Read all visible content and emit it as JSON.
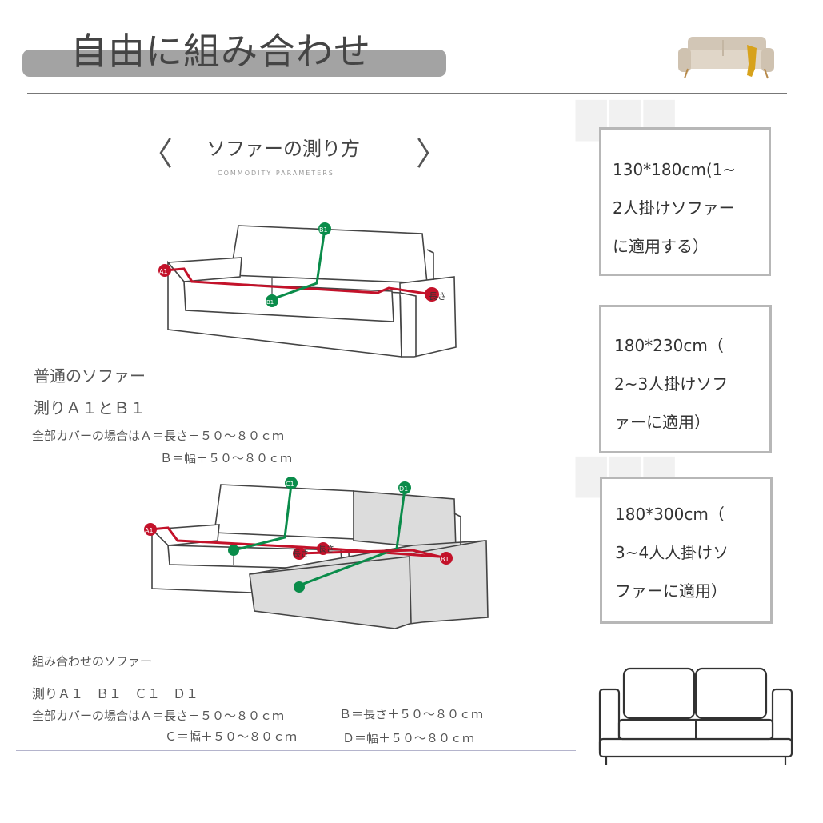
{
  "title": "自由に組み合わせ",
  "nav": {
    "prev": "〈",
    "next": "〉"
  },
  "section_heading": "ソファーの測り方",
  "section_sub": "COMMODITY PARAMETERS",
  "diagram1": {
    "labels": {
      "a1": "A1",
      "b1_top": "B1",
      "b1_mid": "B1",
      "length": "長さ"
    },
    "colors": {
      "red": "#c3122a",
      "green": "#0a8c4a"
    }
  },
  "normal_sofa": {
    "title": "普通のソファー",
    "measure": "測りＡ１とＢ１",
    "rule_a": "全部カバーの場合はＡ＝長さ＋５０～８０ｃｍ",
    "rule_b": "Ｂ＝幅＋５０～８０ｃｍ"
  },
  "diagram2": {
    "labels": {
      "a1": "A1",
      "c1": "C1",
      "d1": "D1",
      "b1": "B1",
      "len1": "長さ",
      "len2": "長さ"
    }
  },
  "combo_sofa": {
    "title": "組み合わせのソファー",
    "measure": "測りＡ１　Ｂ１　Ｃ１　Ｄ１",
    "rule_a": "全部カバーの場合はＡ＝長さ＋５０～８０ｃｍ",
    "rule_b": "Ｂ＝長さ＋５０～８０ｃｍ",
    "rule_c": "Ｃ＝幅＋５０～８０ｃｍ",
    "rule_d": "Ｄ＝幅＋５０～８０ｃｍ"
  },
  "size_boxes": [
    {
      "text": "130*180cm(1~\n2人掛けソファー\nに適用する）"
    },
    {
      "text": "180*230cm（\n2~3人掛けソフ\nァーに適用）"
    },
    {
      "text": "180*300cm（\n3~4人人掛けソ\nファーに適用）"
    }
  ]
}
